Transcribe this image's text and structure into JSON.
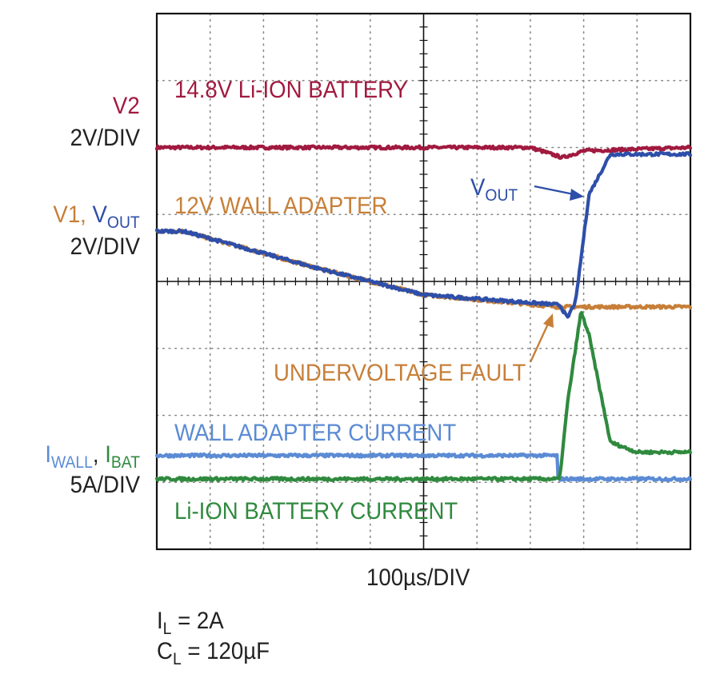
{
  "colors": {
    "v2": "#a11a3f",
    "wall_adapter": "#c77f38",
    "vout": "#2e4fa9",
    "i_wall": "#5b8bd4",
    "i_bat": "#2f8a3e",
    "text": "#222222",
    "grid": "#888888",
    "frame": "#111111"
  },
  "labels": {
    "v2": "V2",
    "v2_scale": "2V/DIV",
    "v1": "V1, ",
    "vout_main": "V",
    "vout_sub": "OUT",
    "v1_scale": "2V/DIV",
    "i_wall_main": "I",
    "i_wall_sub": "WALL",
    "comma": ", ",
    "i_bat_main": "I",
    "i_bat_sub": "BAT",
    "i_scale": "5A/DIV",
    "time_div": "100µs/DIV",
    "il_main": "I",
    "il_sub": "L",
    "il_value": " = 2A",
    "cl_main": "C",
    "cl_sub": "L",
    "cl_value": " = 120µF"
  },
  "annotations": {
    "battery": "14.8V Li-ION BATTERY",
    "wall_adapter": "12V WALL ADAPTER",
    "vout_main": "V",
    "vout_sub": "OUT",
    "uv_fault": "UNDERVOLTAGE FAULT",
    "wall_current": "WALL ADAPTER CURRENT",
    "battery_current": "Li-ION BATTERY CURRENT"
  },
  "chart_data": {
    "type": "line",
    "xlabel": "100µs/DIV",
    "x_divisions": 10,
    "y_divisions": 8,
    "x_unit": "µs",
    "x_range": [
      0,
      1000
    ],
    "grid": true,
    "y_unit_note": "display divisions (0 = bottom of screen, 8 = top)",
    "series": [
      {
        "name": "V2",
        "color_key": "v2",
        "x": [
          0,
          700,
          760,
          800,
          1000
        ],
        "y": [
          6.0,
          6.0,
          5.85,
          5.95,
          6.0
        ]
      },
      {
        "name": "V1",
        "color_key": "wall_adapter",
        "x": [
          0,
          50,
          300,
          500,
          750,
          780,
          1000
        ],
        "y": [
          4.75,
          4.75,
          4.2,
          3.8,
          3.62,
          3.62,
          3.62
        ]
      },
      {
        "name": "VOUT",
        "color_key": "vout",
        "x": [
          0,
          50,
          300,
          500,
          755,
          770,
          775,
          785,
          810,
          850,
          1000
        ],
        "y": [
          4.75,
          4.75,
          4.2,
          3.8,
          3.65,
          3.45,
          3.55,
          3.7,
          5.3,
          5.9,
          5.9
        ]
      },
      {
        "name": "IWALL",
        "color_key": "i_wall",
        "x": [
          0,
          750,
          752,
          1000
        ],
        "y": [
          1.4,
          1.4,
          1.05,
          1.05
        ]
      },
      {
        "name": "IBAT",
        "color_key": "i_bat",
        "x": [
          0,
          755,
          770,
          795,
          810,
          850,
          900,
          1000
        ],
        "y": [
          1.05,
          1.05,
          2.2,
          3.55,
          3.2,
          1.6,
          1.45,
          1.45
        ]
      }
    ]
  }
}
